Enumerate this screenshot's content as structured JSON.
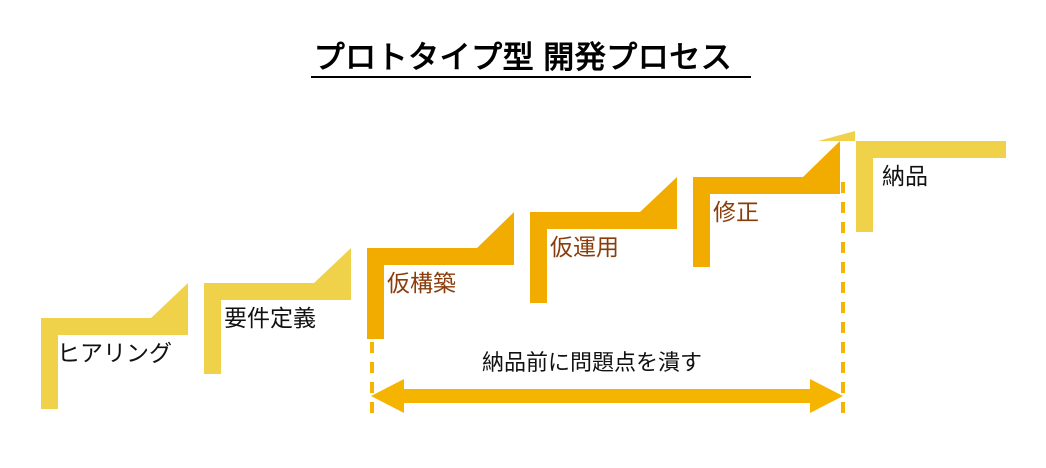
{
  "title": {
    "text": "プロトタイプ型 開発プロセス",
    "underlined": true
  },
  "colors": {
    "light_yellow": "#EFD24A",
    "amber": "#F2AC00",
    "arrow_orange": "#F5B400",
    "dashed_orange": "#F5B400",
    "label_dark": "#111111",
    "label_brown": "#8A3D0A",
    "background": "#FFFFFF"
  },
  "steps": [
    {
      "label": "ヒアリング",
      "color_key": "light_yellow",
      "label_color": "label_dark"
    },
    {
      "label": "要件定義",
      "color_key": "light_yellow",
      "label_color": "label_dark"
    },
    {
      "label": "仮構築",
      "color_key": "amber",
      "label_color": "label_brown"
    },
    {
      "label": "仮運用",
      "color_key": "amber",
      "label_color": "label_brown"
    },
    {
      "label": "修正",
      "color_key": "amber",
      "label_color": "label_brown"
    },
    {
      "label": "納品",
      "color_key": "light_yellow",
      "label_color": "label_dark"
    }
  ],
  "annotation": {
    "caption": "納品前に問題点を潰す",
    "arrow_direction": "double",
    "arrow_color_key": "arrow_orange",
    "bracket_start_step": "仮構築",
    "bracket_end_step": "納品"
  }
}
